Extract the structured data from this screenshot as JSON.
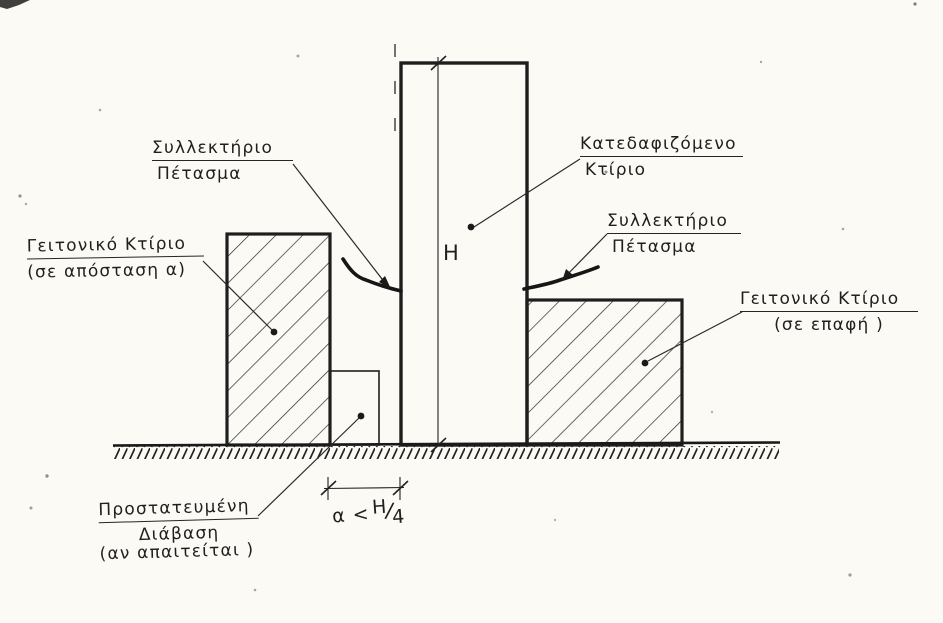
{
  "diagram": {
    "labels": {
      "collector_left": {
        "line1": "Συλλεκτήριο",
        "line2": "Πέτασμα"
      },
      "demolished": {
        "line1": "Κατεδαφιζόμενο",
        "line2": "Κτίριο"
      },
      "collector_right": {
        "line1": "Συλλεκτήριο",
        "line2": "Πέτασμα"
      },
      "neighbor_left": {
        "line1": "Γειτονικό Κτίριο",
        "line2": "(σε απόσταση α)"
      },
      "neighbor_right": {
        "line1": "Γειτονικό Κτίριο",
        "line2": "(σε επαφή )"
      },
      "passage": {
        "line1": "Προστατευμένη",
        "line2": "Διάβαση",
        "line3": "(αν απαιτείται )"
      }
    },
    "dimensions": {
      "height": "H",
      "distance_prefix": "α <",
      "distance_num": "H",
      "distance_slash": "/",
      "distance_den": "4"
    },
    "colors": {
      "ink": "#1f1f1f",
      "paper": "#fbfaf5"
    }
  }
}
